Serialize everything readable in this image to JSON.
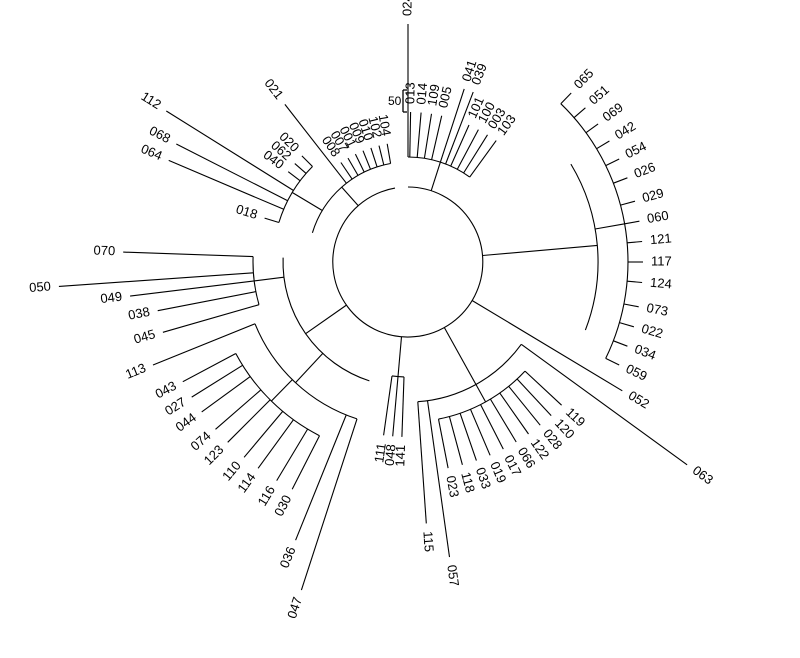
{
  "tree": {
    "scale_bar_label": "50",
    "leaves": [
      {
        "id": "024",
        "angle": -90,
        "r": 238
      },
      {
        "id": "041",
        "angle": -72,
        "r": 182
      },
      {
        "id": "039",
        "angle": -69,
        "r": 182
      },
      {
        "id": "013",
        "angle": -89,
        "r": 150
      },
      {
        "id": "014",
        "angle": -85,
        "r": 150
      },
      {
        "id": "109",
        "angle": -81,
        "r": 150
      },
      {
        "id": "005",
        "angle": -77,
        "r": 150
      },
      {
        "id": "101",
        "angle": -66,
        "r": 150
      },
      {
        "id": "100",
        "angle": -62,
        "r": 150
      },
      {
        "id": "003",
        "angle": -58,
        "r": 150
      },
      {
        "id": "103",
        "angle": -54,
        "r": 150
      },
      {
        "id": "065",
        "angle": -46,
        "r": 235
      },
      {
        "id": "051",
        "angle": -41,
        "r": 235
      },
      {
        "id": "069",
        "angle": -36,
        "r": 235
      },
      {
        "id": "042",
        "angle": -31,
        "r": 235
      },
      {
        "id": "054",
        "angle": -26,
        "r": 235
      },
      {
        "id": "026",
        "angle": -21,
        "r": 235
      },
      {
        "id": "029",
        "angle": -15,
        "r": 235
      },
      {
        "id": "060",
        "angle": -10,
        "r": 235
      },
      {
        "id": "121",
        "angle": -5,
        "r": 235
      },
      {
        "id": "117",
        "angle": 0,
        "r": 235
      },
      {
        "id": "124",
        "angle": 5,
        "r": 235
      },
      {
        "id": "073",
        "angle": 11,
        "r": 235
      },
      {
        "id": "022",
        "angle": 16,
        "r": 235
      },
      {
        "id": "034",
        "angle": 21,
        "r": 235
      },
      {
        "id": "059",
        "angle": 26,
        "r": 235
      },
      {
        "id": "052",
        "angle": 31,
        "r": 250
      },
      {
        "id": "063",
        "angle": 36,
        "r": 345
      },
      {
        "id": "119",
        "angle": 43,
        "r": 210
      },
      {
        "id": "120",
        "angle": 47,
        "r": 210
      },
      {
        "id": "028",
        "angle": 51,
        "r": 210
      },
      {
        "id": "122",
        "angle": 55,
        "r": 210
      },
      {
        "id": "066",
        "angle": 59,
        "r": 210
      },
      {
        "id": "017",
        "angle": 63,
        "r": 210
      },
      {
        "id": "019",
        "angle": 67,
        "r": 210
      },
      {
        "id": "033",
        "angle": 71,
        "r": 210
      },
      {
        "id": "118",
        "angle": 75,
        "r": 210
      },
      {
        "id": "023",
        "angle": 79,
        "r": 210
      },
      {
        "id": "057",
        "angle": 82,
        "r": 298
      },
      {
        "id": "115",
        "angle": 86,
        "r": 262
      },
      {
        "id": "141",
        "angle": 92,
        "r": 175
      },
      {
        "id": "048",
        "angle": 95,
        "r": 175
      },
      {
        "id": "111",
        "angle": 98,
        "r": 175
      },
      {
        "id": "047",
        "angle": 108,
        "r": 345
      },
      {
        "id": "036",
        "angle": 112,
        "r": 300
      },
      {
        "id": "030",
        "angle": 117,
        "r": 255
      },
      {
        "id": "116",
        "angle": 121,
        "r": 255
      },
      {
        "id": "114",
        "angle": 126,
        "r": 255
      },
      {
        "id": "110",
        "angle": 130,
        "r": 255
      },
      {
        "id": "123",
        "angle": 135,
        "r": 255
      },
      {
        "id": "074",
        "angle": 139,
        "r": 255
      },
      {
        "id": "044",
        "angle": 144,
        "r": 255
      },
      {
        "id": "027",
        "angle": 148,
        "r": 255
      },
      {
        "id": "043",
        "angle": 152,
        "r": 255
      },
      {
        "id": "113",
        "angle": 158,
        "r": 275
      },
      {
        "id": "045",
        "angle": 164,
        "r": 255
      },
      {
        "id": "038",
        "angle": 169,
        "r": 255
      },
      {
        "id": "049",
        "angle": 173,
        "r": 280
      },
      {
        "id": "050",
        "angle": 176,
        "r": 350
      },
      {
        "id": "070",
        "angle": 182,
        "r": 285
      },
      {
        "id": "018",
        "angle": 197,
        "r": 150
      },
      {
        "id": "064",
        "angle": 203,
        "r": 260
      },
      {
        "id": "068",
        "angle": 207,
        "r": 260
      },
      {
        "id": "112",
        "angle": 212,
        "r": 285
      },
      {
        "id": "040",
        "angle": 217,
        "r": 150
      },
      {
        "id": "062",
        "angle": 221,
        "r": 150
      },
      {
        "id": "020",
        "angle": 225,
        "r": 150
      },
      {
        "id": "021",
        "angle": 232,
        "r": 200
      },
      {
        "id": "008",
        "angle": 236,
        "r": 120
      },
      {
        "id": "007",
        "angle": 240,
        "r": 120
      },
      {
        "id": "001",
        "angle": 244,
        "r": 120
      },
      {
        "id": "009",
        "angle": 248,
        "r": 120
      },
      {
        "id": "010",
        "angle": 252,
        "r": 120
      },
      {
        "id": "102",
        "angle": 256,
        "r": 120
      },
      {
        "id": "104",
        "angle": 260,
        "r": 120
      }
    ],
    "clades": [
      {
        "id": "c-top",
        "r": 105,
        "from": -90,
        "to": -54
      },
      {
        "id": "c-right-inner",
        "r": 220,
        "from": -46,
        "to": 26
      },
      {
        "id": "c-right-mid",
        "r": 190,
        "from": -31,
        "to": 21
      },
      {
        "id": "c-lowright",
        "r": 160,
        "from": 43,
        "to": 79
      },
      {
        "id": "c-lowright-2",
        "r": 140,
        "from": 36,
        "to": 86
      },
      {
        "id": "c-bottom",
        "r": 115,
        "from": 92,
        "to": 98
      },
      {
        "id": "c-lowleft-1",
        "r": 195,
        "from": 117,
        "to": 152
      },
      {
        "id": "c-lowleft-2",
        "r": 165,
        "from": 108,
        "to": 158
      },
      {
        "id": "c-left",
        "r": 155,
        "from": 164,
        "to": 182
      },
      {
        "id": "c-left-2",
        "r": 125,
        "from": 108,
        "to": 182
      },
      {
        "id": "c-upleft",
        "r": 135,
        "from": 197,
        "to": 225
      },
      {
        "id": "c-upleft-2",
        "r": 100,
        "from": 197,
        "to": 260
      },
      {
        "id": "c-root",
        "r": 75,
        "from": -90,
        "to": 260
      }
    ]
  }
}
